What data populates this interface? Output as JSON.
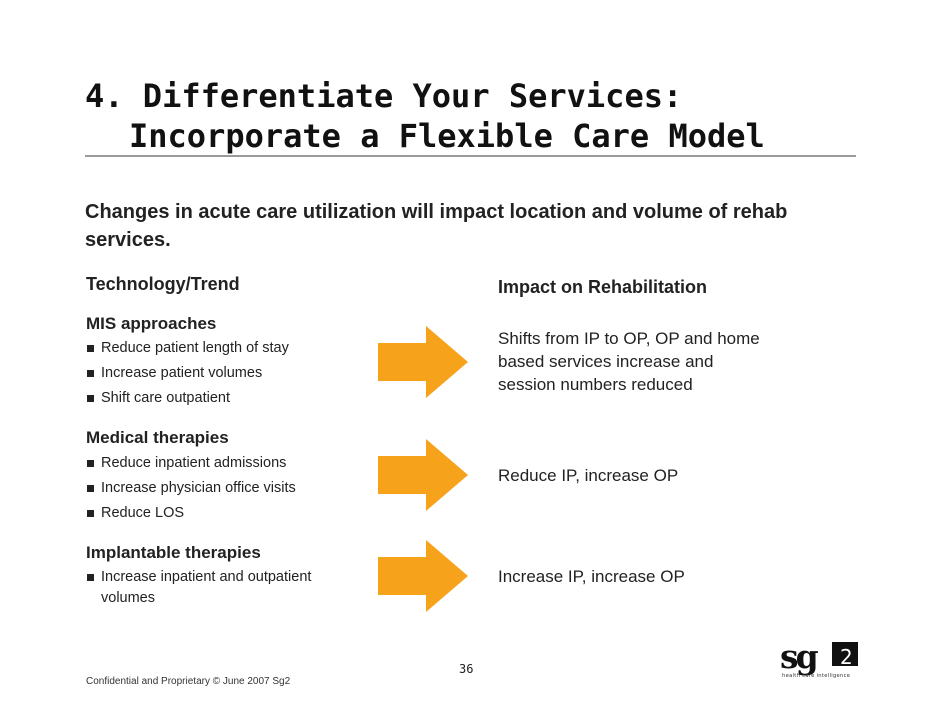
{
  "slide": {
    "title_line1": "4. Differentiate Your Services:",
    "title_line2": "Incorporate a Flexible Care Model",
    "subtitle": "Changes in acute care utilization will impact location and volume of rehab services.",
    "col_left": "Technology/Trend",
    "col_right": "Impact on Rehabilitation"
  },
  "groups": [
    {
      "heading": "MIS approaches",
      "bullets": [
        "Reduce patient length of stay",
        "Increase patient volumes",
        "Shift care outpatient"
      ],
      "impact": "Shifts from IP to OP, OP and home based services increase and session numbers reduced"
    },
    {
      "heading": "Medical therapies",
      "bullets": [
        "Reduce inpatient admissions",
        "Increase physician office visits",
        "Reduce LOS"
      ],
      "impact": "Reduce IP, increase OP"
    },
    {
      "heading": "Implantable therapies",
      "bullets": [
        "Increase inpatient and outpatient volumes"
      ],
      "impact": "Increase IP, increase OP"
    }
  ],
  "footer": {
    "confidential": "Confidential and Proprietary © June 2007 Sg2",
    "page_number": "36"
  },
  "logo": {
    "mark": "sg",
    "digit": "2",
    "tagline": "health care intelligence"
  },
  "colors": {
    "arrow": "#f7a21b",
    "rule": "#9a9a9a",
    "text": "#222222"
  }
}
